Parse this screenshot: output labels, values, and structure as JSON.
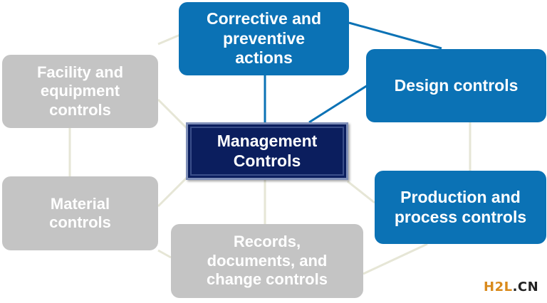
{
  "nodes": {
    "center": "Management\nControls",
    "corrective": "Corrective and\npreventive\nactions",
    "design": "Design controls",
    "production": "Production and\nprocess controls",
    "records": "Records,\ndocuments, and\nchange controls",
    "material": "Material\ncontrols",
    "facility": "Facility and\nequipment\ncontrols"
  },
  "watermark": {
    "main": "H2L",
    "suffix": ".CN"
  },
  "colors": {
    "primary_blue": "#0b72b5",
    "center_navy": "#0b1e5e",
    "secondary_gray": "#c4c4c4",
    "hexagon_line": "#e6e6d6",
    "watermark_orange": "#d98a1c"
  }
}
